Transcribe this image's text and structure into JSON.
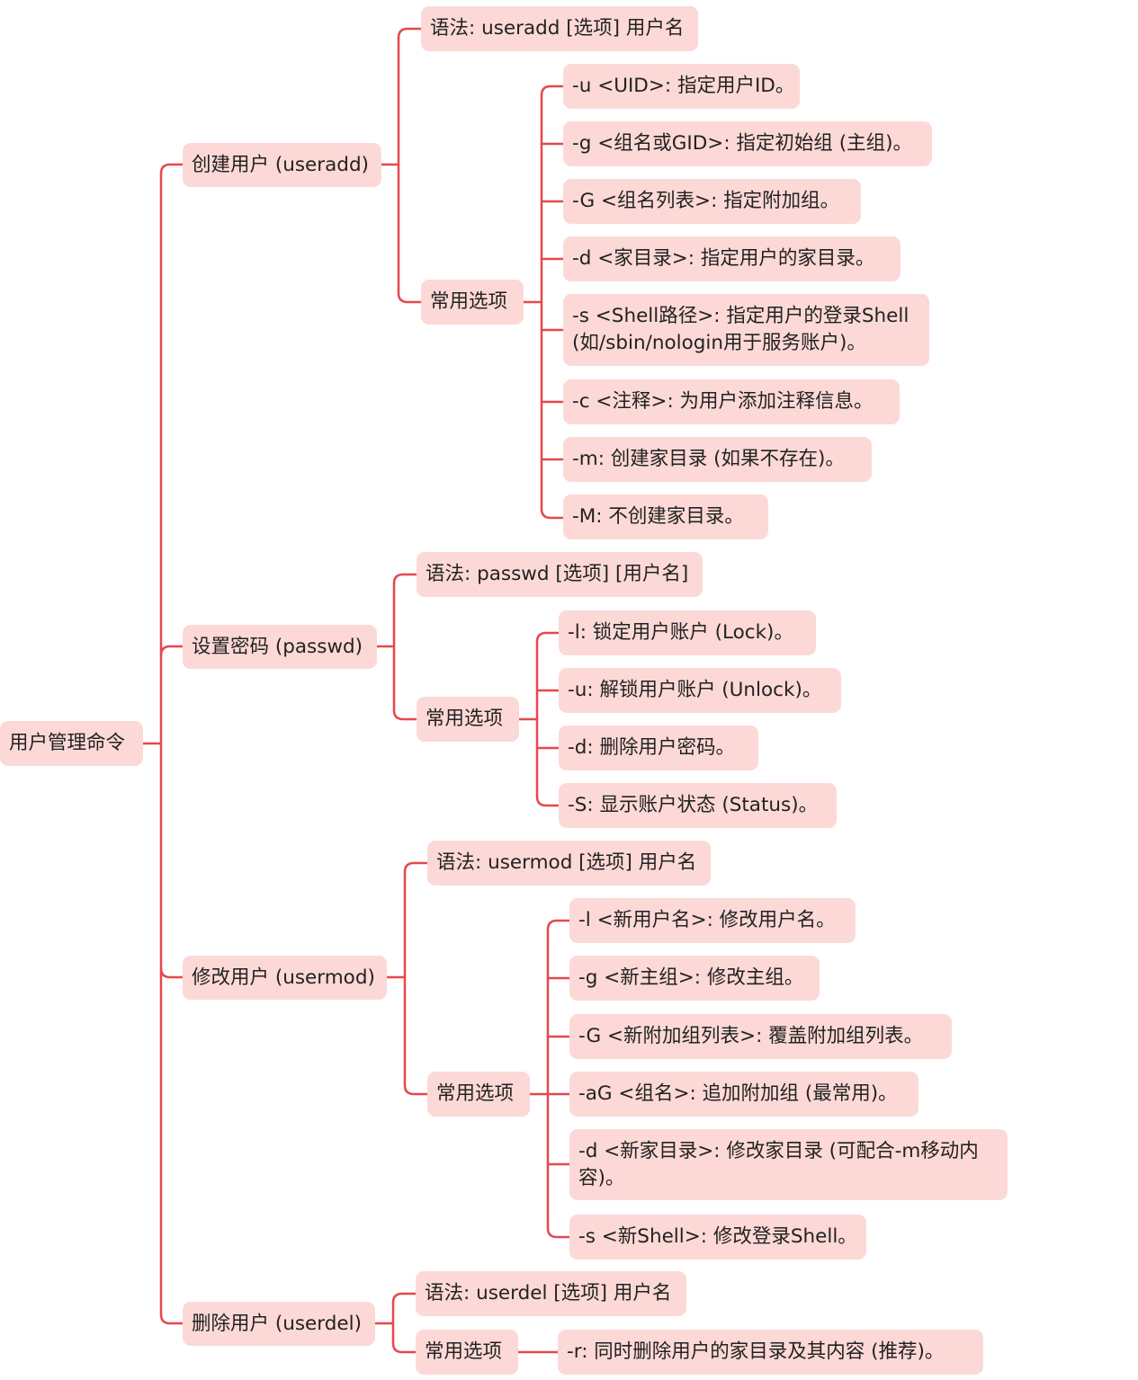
{
  "theme": {
    "link_color": "#e5484d",
    "node_fill": "#fcd9d6",
    "text_color": "#222222"
  },
  "root": {
    "label": "用户管理命令"
  },
  "branches": {
    "useradd": {
      "label": "创建用户 (useradd)",
      "syntax": "语法: useradd [选项] 用户名",
      "options_label": "常用选项",
      "options": [
        "-u <UID>: 指定用户ID。",
        "-g <组名或GID>: 指定初始组 (主组)。",
        "-G <组名列表>: 指定附加组。",
        "-d <家目录>: 指定用户的家目录。",
        "-s <Shell路径>: 指定用户的登录Shell (如/sbin/nologin用于服务账户)。",
        "-c <注释>: 为用户添加注释信息。",
        "-m: 创建家目录 (如果不存在)。",
        "-M: 不创建家目录。"
      ]
    },
    "passwd": {
      "label": "设置密码 (passwd)",
      "syntax": "语法: passwd [选项] [用户名]",
      "options_label": "常用选项",
      "options": [
        "-l: 锁定用户账户 (Lock)。",
        "-u: 解锁用户账户 (Unlock)。",
        "-d: 删除用户密码。",
        "-S: 显示账户状态 (Status)。"
      ]
    },
    "usermod": {
      "label": "修改用户 (usermod)",
      "syntax": "语法: usermod [选项] 用户名",
      "options_label": "常用选项",
      "options": [
        "-l <新用户名>: 修改用户名。",
        "-g <新主组>: 修改主组。",
        "-G <新附加组列表>: 覆盖附加组列表。",
        "-aG <组名>: 追加附加组 (最常用)。",
        "-d <新家目录>: 修改家目录 (可配合-m移动内容)。",
        "-s <新Shell>: 修改登录Shell。"
      ]
    },
    "userdel": {
      "label": "删除用户 (userdel)",
      "syntax": "语法: userdel [选项] 用户名",
      "options_label": "常用选项",
      "options": [
        "-r: 同时删除用户的家目录及其内容 (推荐)。"
      ]
    }
  }
}
